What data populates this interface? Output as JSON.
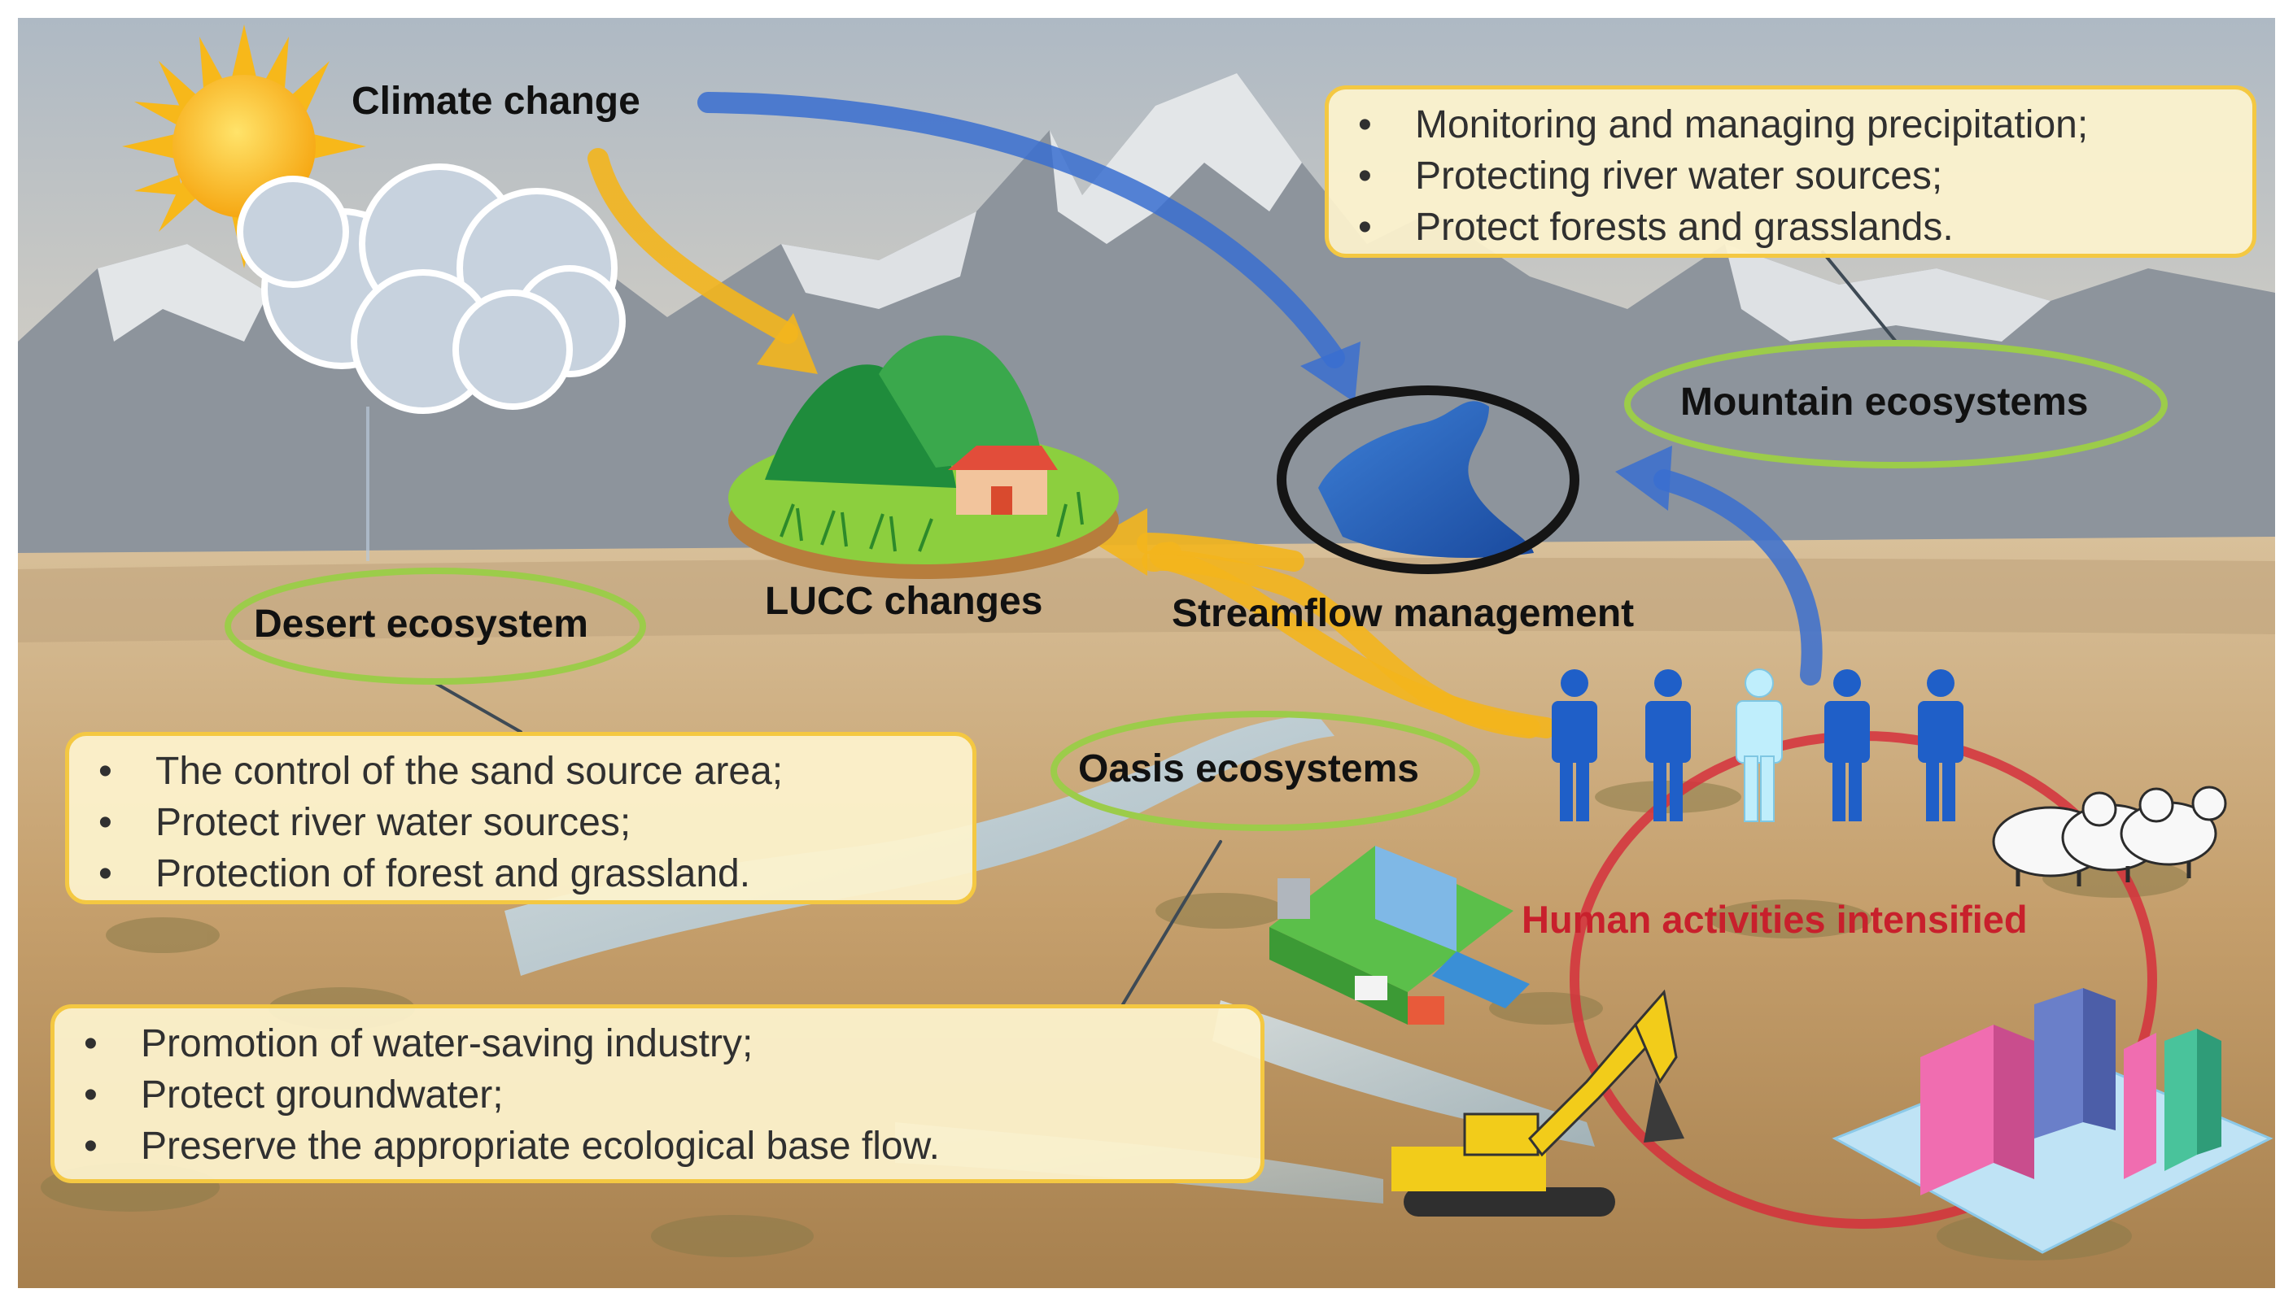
{
  "labels": {
    "climate_change": "Climate change",
    "lucc_changes": "LUCC changes",
    "streamflow_management": "Streamflow management",
    "desert_ecosystem": "Desert ecosystem",
    "mountain_ecosystems": "Mountain ecosystems",
    "oasis_ecosystems": "Oasis ecosystems",
    "human_activities": "Human activities intensified"
  },
  "boxes": {
    "mountain": [
      "Monitoring and managing precipitation;",
      "Protecting river water sources;",
      "Protect forests and grasslands."
    ],
    "desert": [
      "The control of the sand source area;",
      "Protect river water sources;",
      "Protection of forest and grassland."
    ],
    "oasis": [
      "Promotion of water-saving industry;",
      "Protect groundwater;",
      "Preserve the appropriate ecological base flow."
    ]
  },
  "colors": {
    "arrow_yellow": "#f3b51d",
    "arrow_blue": "#3a6fd0",
    "ellipse_green": "#9ccc4a",
    "cycle_red": "#d5303c",
    "box_border": "#f4c842",
    "box_fill": "#fdf3cd",
    "label_red": "#c8202c",
    "people_blue": "#1f5fc8",
    "people_highlight": "#bfeefc"
  },
  "icons": [
    "sun-icon",
    "cloud-icon",
    "land-island-icon",
    "water-body-icon",
    "people-icon",
    "sheep-icon",
    "hydropower-icon",
    "excavator-icon",
    "city-buildings-icon"
  ]
}
